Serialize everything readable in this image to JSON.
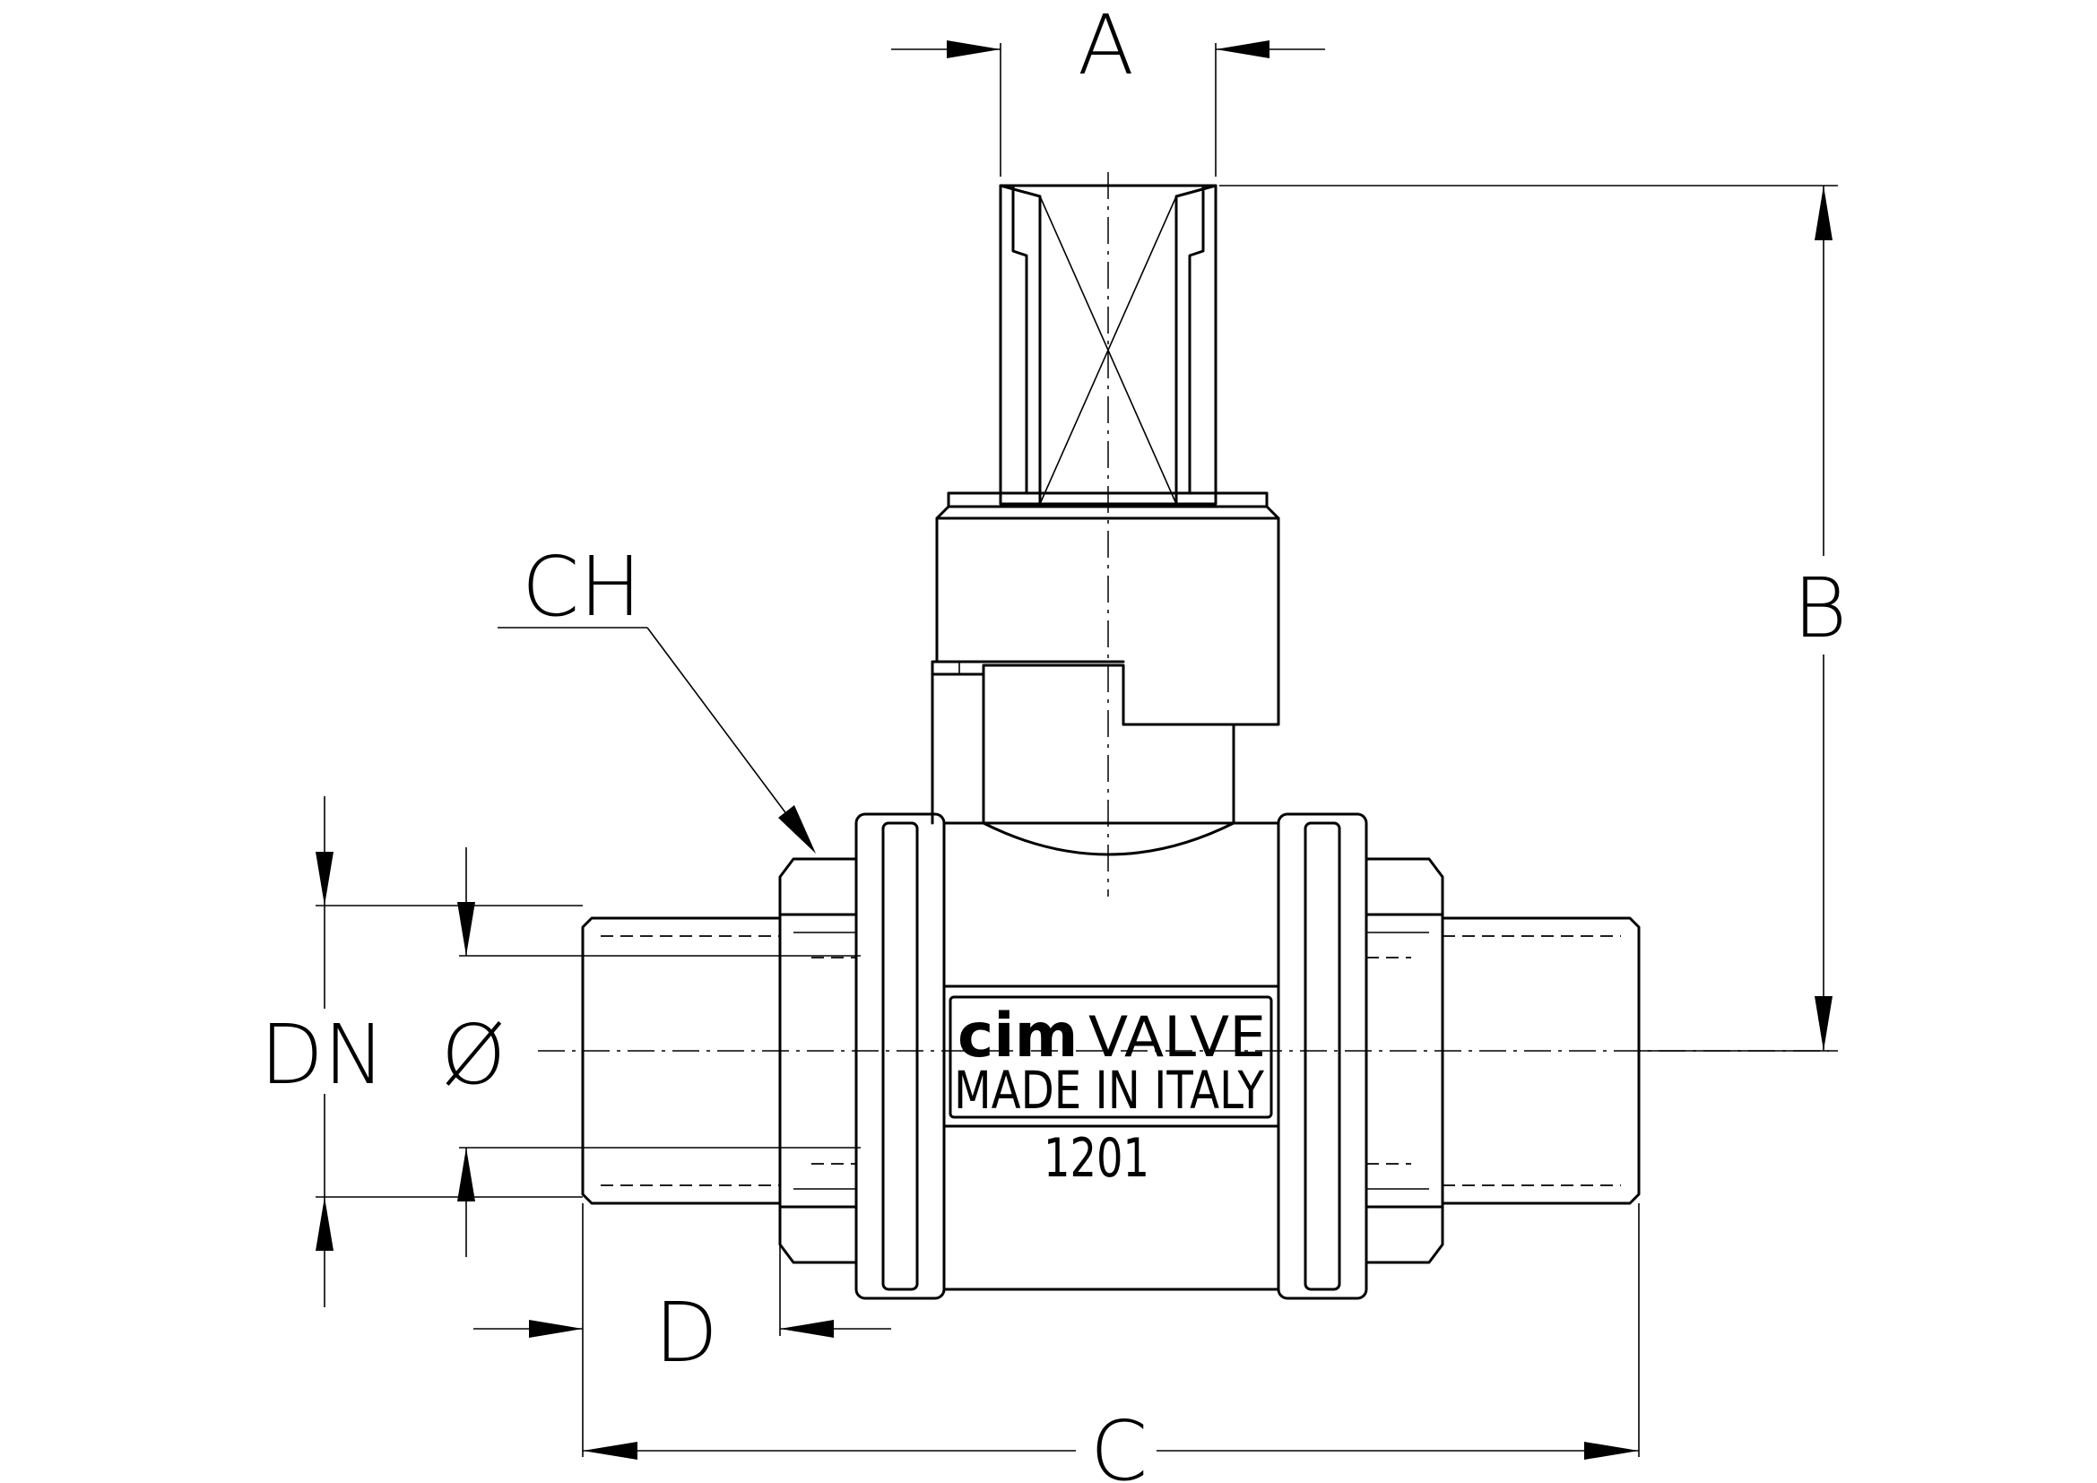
{
  "dimensions": {
    "A": "A",
    "B": "B",
    "C": "C",
    "D": "D",
    "CH": "CH",
    "DN": "DN",
    "diameter": "Ø"
  },
  "body_markings": {
    "brand": "cim",
    "brand_suffix": "VALVE",
    "origin": "MADE IN ITALY",
    "model": "1201"
  },
  "colors": {
    "line": "#000000",
    "background": "#ffffff"
  }
}
